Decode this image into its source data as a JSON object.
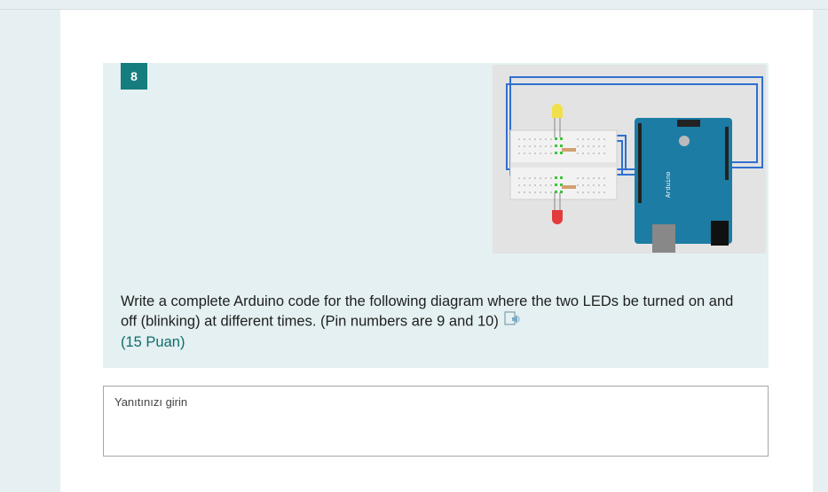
{
  "question": {
    "number": "8",
    "text": "Write a complete Arduino code for the following diagram where the two LEDs be turned on and off (blinking) at different times. (Pin numbers are 9 and 10)",
    "points": "(15 Puan)"
  },
  "diagram": {
    "board_label": "Arduino",
    "icon": "breadboard-arduino-circuit"
  },
  "answer": {
    "placeholder": "Yanıtınızı girin"
  },
  "colors": {
    "accent": "#167d7f",
    "question_bg": "#e4f0f1",
    "page_bg": "#e6f0f2",
    "wire": "#2f6fd0",
    "arduino": "#1d7ca3"
  }
}
